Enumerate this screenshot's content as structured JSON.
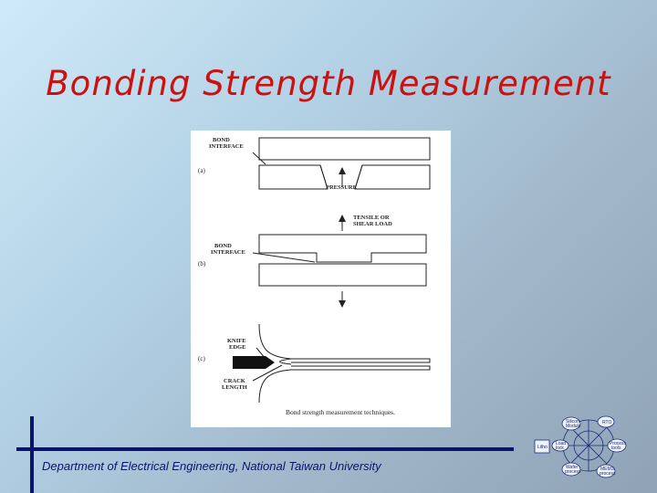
{
  "slide": {
    "title": "Bonding Strength Measurement",
    "footer": "Department of Electrical Engineering, National Taiwan University"
  },
  "figure": {
    "part_a": "(a)",
    "part_b": "(b)",
    "part_c": "(c)",
    "bond_interface_a_line1": "BOND",
    "bond_interface_a_line2": "INTERFACE",
    "pressure": "PRESSURE",
    "tensile_line1": "TENSILE OR",
    "tensile_line2": "SHEAR LOAD",
    "bond_interface_b_line1": "BOND",
    "bond_interface_b_line2": "INTERFACE",
    "knife_line1": "KNIFE",
    "knife_line2": "EDGE",
    "crack_line1": "CRACK",
    "crack_line2": "LENGTH",
    "caption": "Bond strength measurement techniques."
  },
  "logo": {
    "node_top_left_1": "Silicon",
    "node_top_left_2": "Module",
    "node_top_right": "RTO",
    "node_left": "Litho",
    "node_mid_left_1": "Load",
    "node_mid_left_2": "lock",
    "node_mid_right_1": "Process",
    "node_mid_right_2": "tools",
    "node_bottom_left_1": "Wafer",
    "node_bottom_left_2": "process",
    "node_bottom_right_1": "MEMS",
    "node_bottom_right_2": "process"
  }
}
